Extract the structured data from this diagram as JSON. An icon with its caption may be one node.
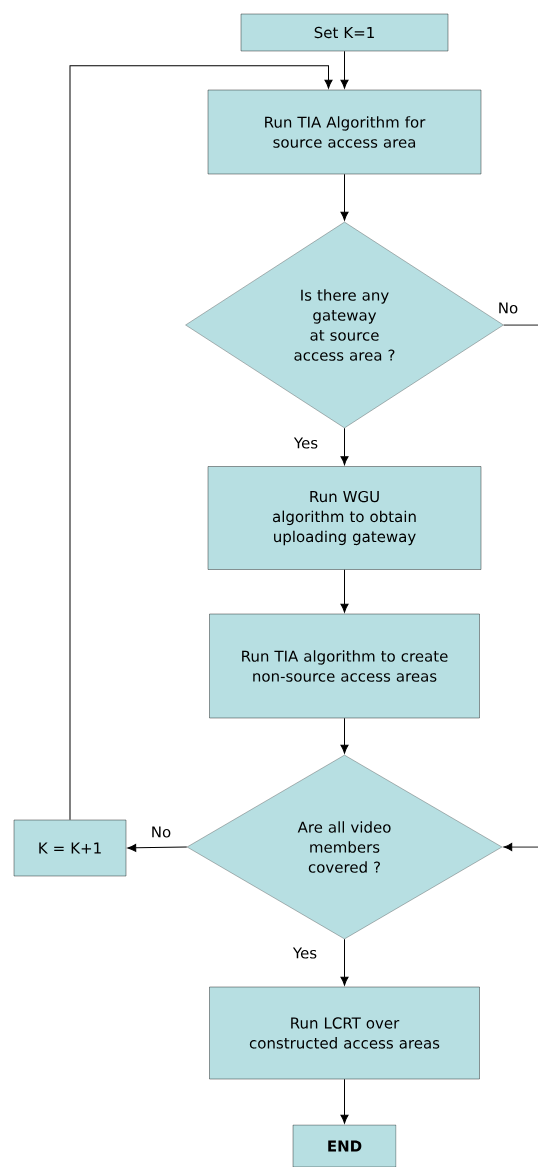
{
  "diagram": {
    "nodes": [
      {
        "text": [
          "Set K=1"
        ]
      },
      {
        "text": [
          "Run TIA Algorithm for source access area"
        ]
      },
      {
        "text": [
          "Is there any gateway at source access area ?"
        ]
      },
      {
        "text": [
          "Run WGU algorithm to obtain uploading gateway"
        ]
      },
      {
        "text": [
          "Run TIA algorithm to create non-source access areas"
        ]
      },
      {
        "text": [
          "Are all video members covered ?"
        ]
      },
      {
        "text": [
          "K = K+1"
        ]
      },
      {
        "text": [
          "Run LCRT over constructed access areas"
        ]
      },
      {
        "text": [
          "END"
        ]
      }
    ],
    "edges": [
      {
        "from": 0,
        "to": 1,
        "arrow": "to"
      },
      {
        "from": 6,
        "to": 1,
        "arrow": "to"
      },
      {
        "from": 1,
        "to": 2,
        "arrow": "to"
      },
      {
        "from": 2,
        "to": 3,
        "arrow": "to",
        "label": "Yes"
      },
      {
        "from": 2,
        "to": null,
        "arrow": "none",
        "label": "No"
      },
      {
        "from": 3,
        "to": 4,
        "arrow": "to"
      },
      {
        "from": 4,
        "to": 5,
        "arrow": "to"
      },
      {
        "from": null,
        "to": 5,
        "arrow": "to"
      },
      {
        "from": 5,
        "to": 6,
        "arrow": "to",
        "label": "No"
      },
      {
        "from": 5,
        "to": 7,
        "arrow": "to",
        "label": "Yes"
      },
      {
        "from": 7,
        "to": 8,
        "arrow": "to"
      }
    ]
  }
}
